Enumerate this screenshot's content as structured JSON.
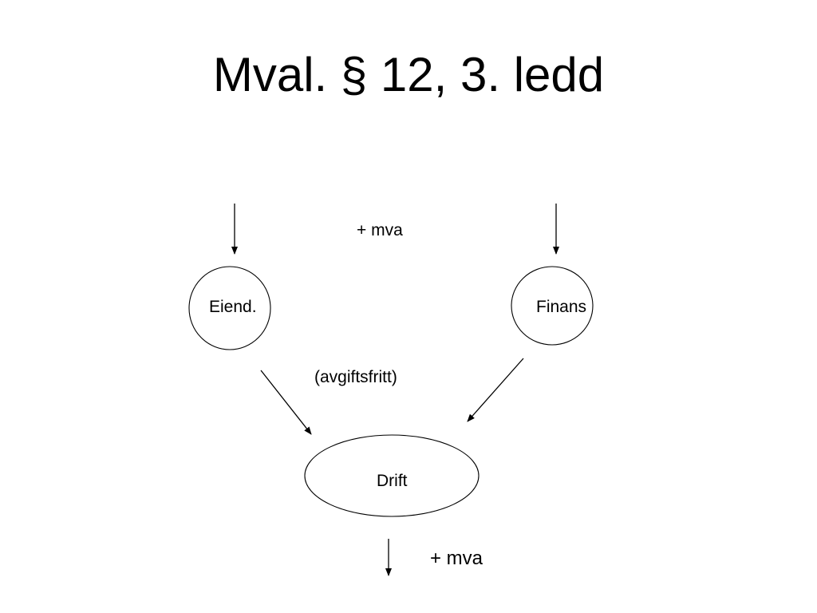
{
  "slide": {
    "title": "Mval. § 12, 3. ledd"
  },
  "diagram": {
    "nodes": {
      "eiend": {
        "label": "Eiend."
      },
      "finans": {
        "label": "Finans"
      },
      "drift": {
        "label": "Drift"
      }
    },
    "labels": {
      "top_mva": "+ mva",
      "avgiftsfritt": "(avgiftsfritt)",
      "bottom_mva": "+ mva"
    },
    "colors": {
      "stroke": "#000000",
      "background": "#ffffff"
    }
  }
}
